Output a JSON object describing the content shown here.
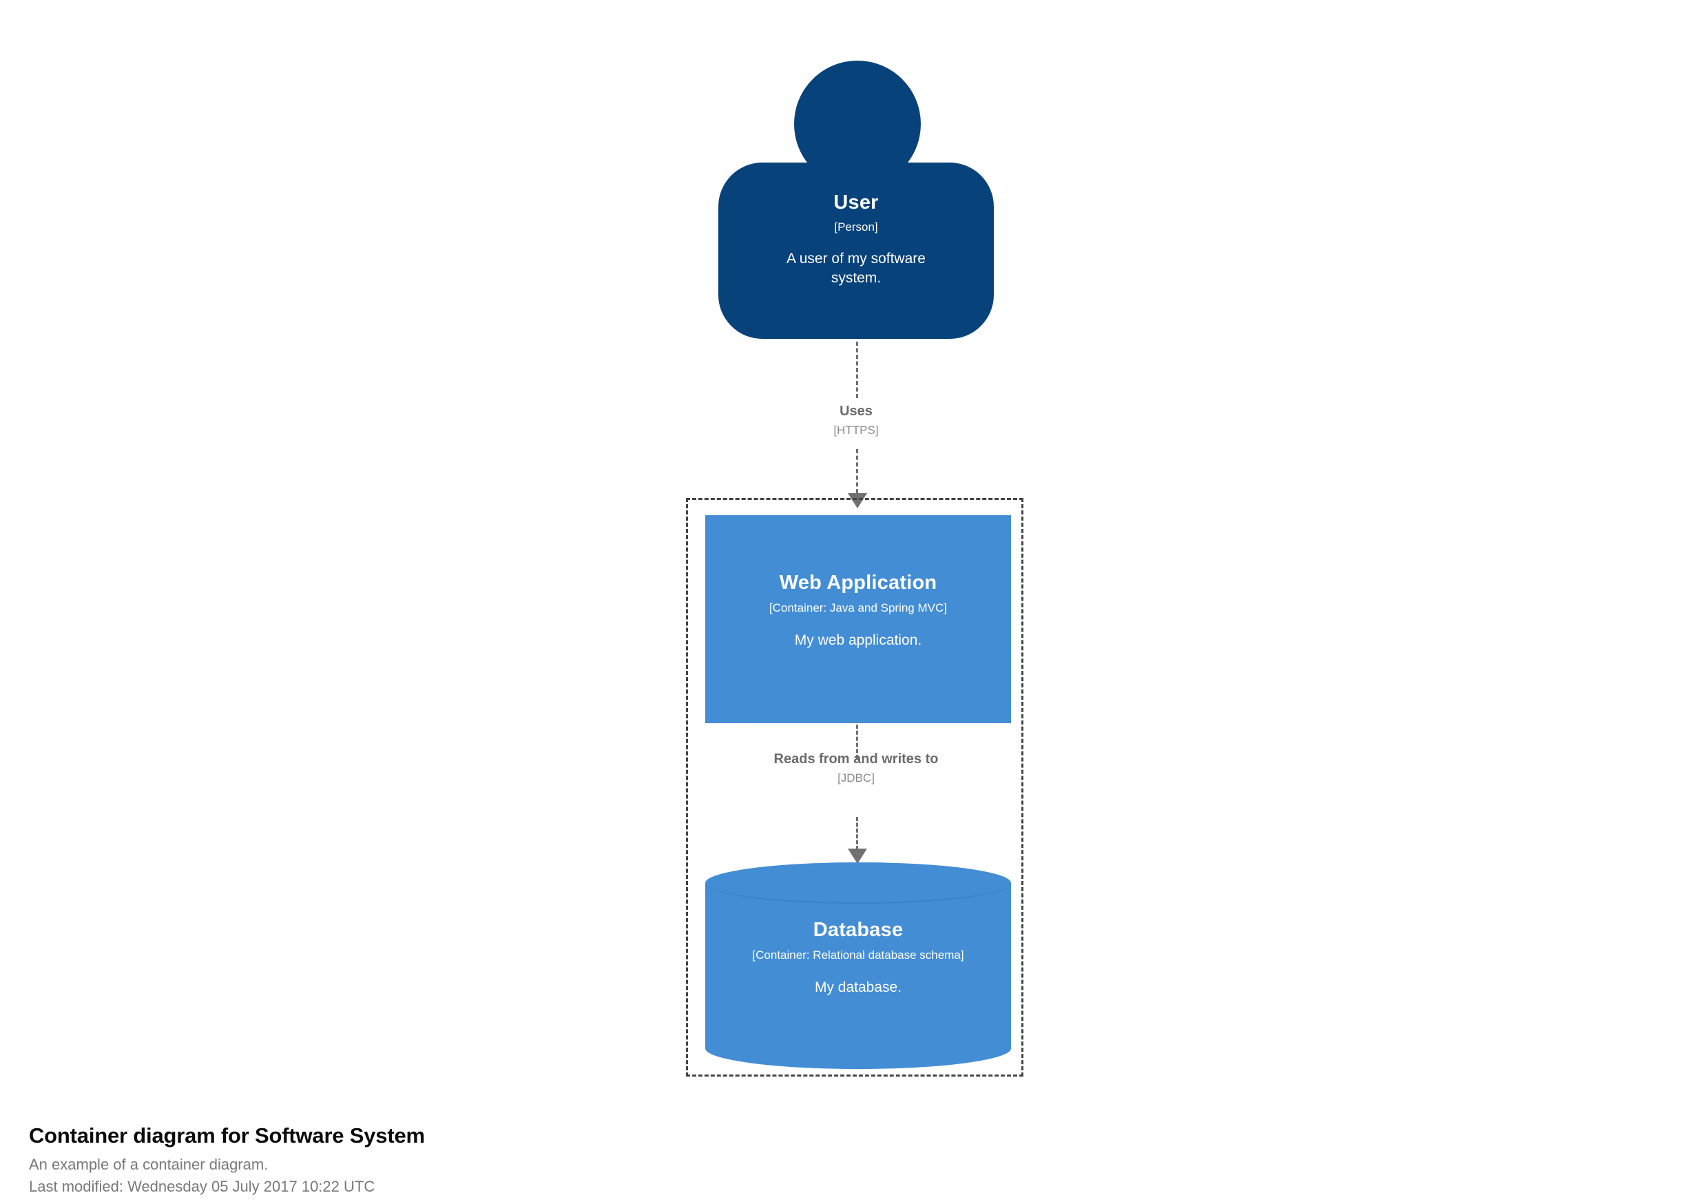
{
  "diagram": {
    "title": "Container diagram for Software System",
    "subtitle": "An example of a container diagram.",
    "last_modified": "Last modified: Wednesday 05 July 2017 10:22 UTC",
    "colors": {
      "person": "#08427b",
      "container": "#438dd5",
      "relationship": "#707070",
      "boundary": "#444444",
      "element_text": "#ffffff",
      "caption_title": "#0a0a0a",
      "caption_body": "#787878"
    }
  },
  "elements": {
    "person": {
      "name": "User",
      "type": "[Person]",
      "description": "A user of my software system."
    },
    "web_application": {
      "name": "Web Application",
      "type": "[Container: Java and Spring MVC]",
      "description": "My web application."
    },
    "database": {
      "name": "Database",
      "type": "[Container: Relational database schema]",
      "description": "My database."
    }
  },
  "relationships": [
    {
      "from": "User",
      "to": "Web Application",
      "description": "Uses",
      "technology": "[HTTPS]"
    },
    {
      "from": "Web Application",
      "to": "Database",
      "description": "Reads from and writes to",
      "technology": "[JDBC]"
    }
  ]
}
